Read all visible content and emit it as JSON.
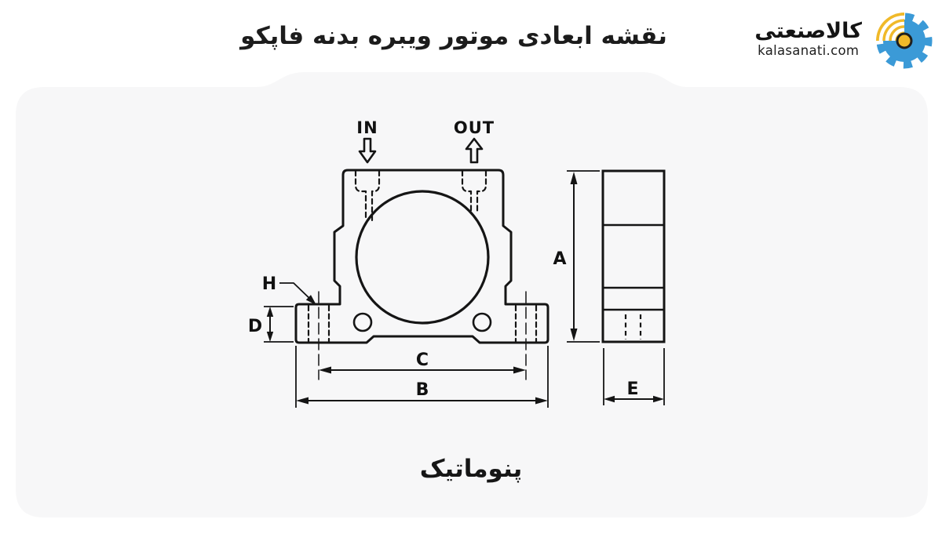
{
  "header": {
    "title": "نقشه ابعادی موتور ویبره بدنه فاپکو",
    "logo": {
      "name": "کالاصنعتی",
      "domain": "kalasanati.com",
      "gear_color": "#3b9ad7",
      "accent_color": "#f0b929"
    }
  },
  "diagram": {
    "caption": "پنوماتیک",
    "card_color": "#f7f7f8",
    "line_color": "#151515",
    "labels": {
      "in": "IN",
      "out": "OUT",
      "a": "A",
      "b": "B",
      "c": "C",
      "d": "D",
      "e": "E",
      "h": "H"
    },
    "icons": {
      "in_arrow": "arrow-down-outline",
      "out_arrow": "arrow-up-outline",
      "logo_gear": "gear-with-wifi-signal"
    }
  }
}
